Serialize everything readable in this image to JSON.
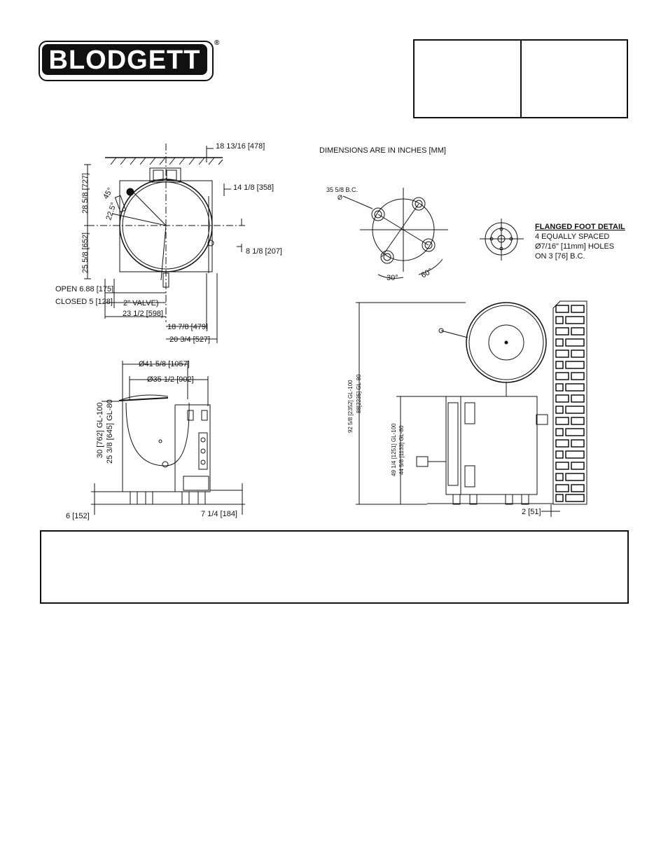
{
  "brand": {
    "logo_text": "BLODGETT",
    "registered_mark": "®"
  },
  "notes": {
    "dimensions": "DIMENSIONS ARE IN INCHES [MM]"
  },
  "top_view": {
    "dim_top": "18 13/16 [478]",
    "dim_right_1": "14 1/8 [358]",
    "dim_right_2": "8 1/8 [207]",
    "dim_left_upper": "28 5/8 [727]",
    "dim_left_lower": "25 5/8 [652]",
    "angle_1": "22.5°",
    "angle_2": "45°",
    "open": "OPEN 6.88 [175]",
    "closed": "CLOSED 5 [128]",
    "valve": "2\" VALVE)",
    "dim_bottom_1": "23 1/2 [598]",
    "dim_bottom_2": "18 7/8 [479]",
    "dim_bottom_3": "20 3/4 [527]"
  },
  "bolt_circle": {
    "bc": "35 5/8 B.C.",
    "dia": "Ø",
    "angle_a": "30°",
    "angle_b": "60°"
  },
  "flanged_foot": {
    "title": "FLANGED FOOT DETAIL",
    "line1": "4 EQUALLY SPACED",
    "line2": "Ø7/16\" [11mm] HOLES",
    "line3": "ON 3 [76] B.C."
  },
  "front_view": {
    "dia_outer": "Ø41 5/8 [1057]",
    "dia_inner": "Ø35 1/2 [902]",
    "height_1": "30 [762] GL-100",
    "height_2": "25 3/8 [645] GL-80",
    "dim_left_bottom": "6 [152]",
    "dim_right_bottom": "7 1/4 [184]"
  },
  "side_view": {
    "overall_1": "92 5/8 [2352] GL-100",
    "overall_2": "88[2235] GL-80",
    "body_1": "49 1/4 [1251] GL-100",
    "body_2": "44 5/8 [1133] GL-80",
    "wall_gap": "2 [51]"
  }
}
